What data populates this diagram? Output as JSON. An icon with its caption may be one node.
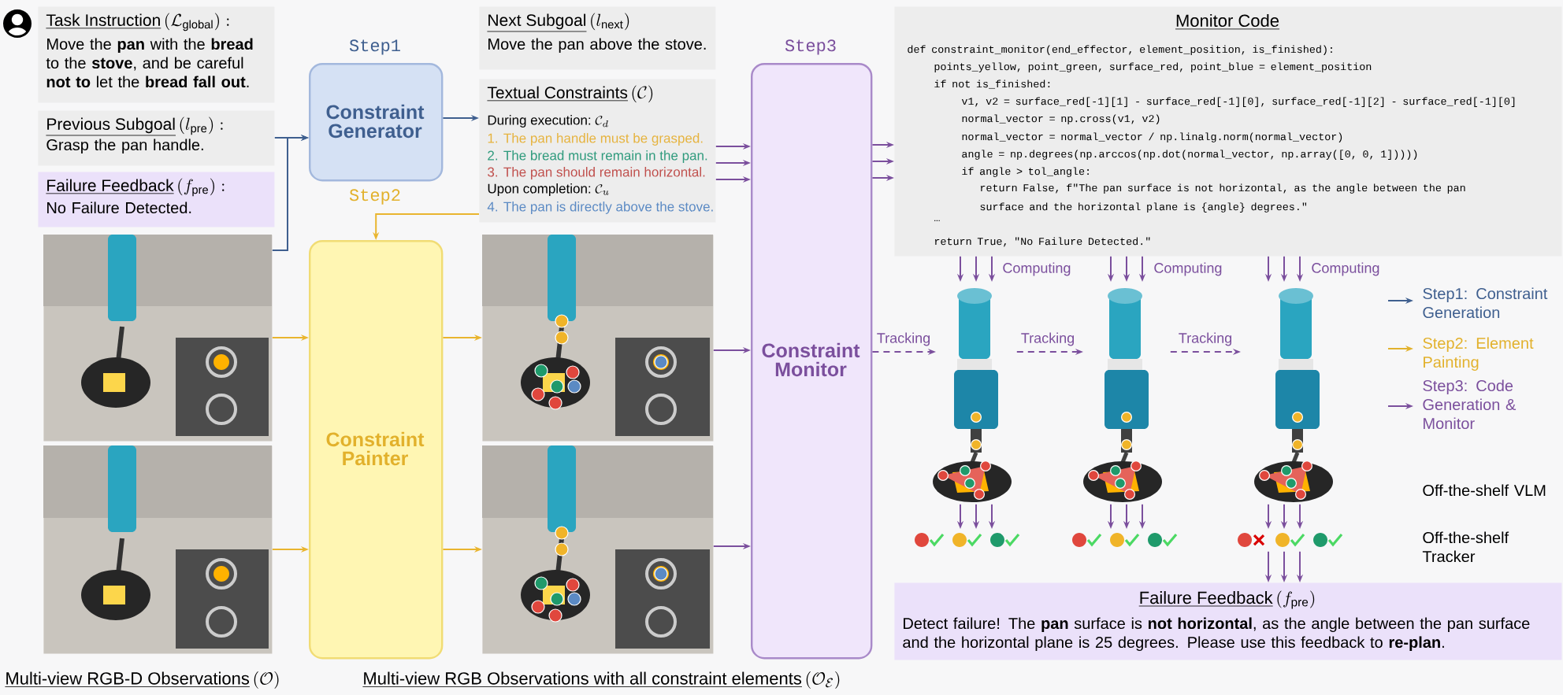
{
  "diagram": {
    "nodes": [
      {
        "text": [
          "Task Instruction",
          "(\\mathcal{L}_{\\mathrm{global}}):",
          "Move the **pan** with the **bread** to the **stove**, and be careful **not to** let the **bread** **fall out**."
        ]
      },
      {
        "text": [
          "Previous Subgoal",
          "(l_{\\mathrm{pre}}):",
          "Grasp the pan handle."
        ]
      },
      {
        "text": [
          "Failure Feedback",
          "(f_{\\mathrm{pre}}):",
          "No Failure Detected."
        ]
      },
      {
        "text": [],
        "shape": "picture"
      },
      {
        "text": [],
        "shape": "picture"
      },
      {
        "text": [
          "Step1",
          "Constraint Generator"
        ]
      },
      {
        "text": [
          "Step2",
          "Constraint Painter"
        ]
      },
      {
        "text": [
          "Next Subgoal",
          "(l_{\\mathrm{next}})",
          "Move the pan above the stove."
        ]
      },
      {
        "text": [
          "Textual Constraints",
          "(\\mathcal{C})",
          "During execution:",
          "\\mathcal{C}_d",
          "1. The pan handle must be grasped.",
          "2. The bread must remain in the pan.",
          "3. The pan should remain horizontal.",
          "Upon completion:",
          "\\mathcal{C}_u",
          "4. The pan is directly above the stove."
        ]
      },
      {
        "text": [],
        "shape": "picture"
      },
      {
        "text": [],
        "shape": "picture"
      },
      {
        "text": [
          "Step3",
          "Constraint Monitor"
        ]
      },
      {
        "text": [
          "Monitor Code",
          "def constraint_monitor(end_effector, element_position, is_finished):",
          "points_yellow, point_green, surface_red, point_blue = element_position",
          "if not is_finished:",
          "v1, v2 = surface_red[-1][1] - surface_red[-1][0], surface_red[-1][2] - surface_red[-1][0]",
          "normal_vector = np.cross(v1, v2)",
          "normal_vector = normal_vector / np.linalg.norm(normal_vector)",
          "angle = np.degrees(np.arccos(np.dot(normal_vector, np.array([0, 0, 1]))))",
          "if angle > tol_angle:",
          "return False, f\"The pan surface is not horizontal, as the angle between the pan surface and the horizontal plane is {angle} degrees.\"",
          "…",
          "return True, \"No Failure Detected.\""
        ]
      },
      {
        "text": [],
        "shape": "picture"
      },
      {
        "text": [],
        "shape": "picture"
      },
      {
        "text": [],
        "shape": "picture"
      },
      {
        "text": [],
        "shape": "picture"
      },
      {
        "text": [],
        "shape": "picture"
      },
      {
        "text": [],
        "shape": "picture"
      },
      {
        "text": [
          "Failure Feedback",
          "(f_{\\mathrm{pre}})",
          "Detect failure! The **pan** surface is **not horizontal**, as the angle between the pan surface and the horizontal plane is 25 degrees. Please use this feedback to **re-plan**."
        ]
      }
    ],
    "edges": [
      {
        "from": 1,
        "to": 5,
        "arrow": "to",
        "color": "#3f5f8f"
      },
      {
        "from": 3,
        "to": 5,
        "arrow": "to",
        "color": "#3f5f8f"
      },
      {
        "from": 5,
        "to": 8,
        "arrow": "to",
        "color": "#3f5f8f"
      },
      {
        "from": 8,
        "to": 6,
        "arrow": "to",
        "color": "#e9b52f"
      },
      {
        "from": 3,
        "to": 6,
        "arrow": "to",
        "color": "#e9b52f"
      },
      {
        "from": 4,
        "to": 6,
        "arrow": "to",
        "color": "#e9b52f"
      },
      {
        "from": 6,
        "to": 9,
        "arrow": "to",
        "color": "#e9b52f"
      },
      {
        "from": 6,
        "to": 10,
        "arrow": "to",
        "color": "#e9b52f"
      },
      {
        "from": 8,
        "to": 11,
        "arrow": "to"
      },
      {
        "from": 8,
        "to": 11,
        "arrow": "to"
      },
      {
        "from": 8,
        "to": 11,
        "arrow": "to"
      },
      {
        "from": 9,
        "to": 11,
        "arrow": "to"
      },
      {
        "from": 10,
        "to": 11,
        "arrow": "to"
      },
      {
        "from": 11,
        "to": 12,
        "arrow": "to"
      },
      {
        "from": 11,
        "to": 12,
        "arrow": "to"
      },
      {
        "from": 11,
        "to": 12,
        "arrow": "to"
      },
      {
        "from": 12,
        "to": 13,
        "arrow": "to"
      },
      {
        "from": 12,
        "to": 13,
        "arrow": "to"
      },
      {
        "from": 12,
        "to": 13,
        "arrow": "to",
        "label": "Computing"
      },
      {
        "from": 12,
        "to": 14,
        "arrow": "to"
      },
      {
        "from": 12,
        "to": 14,
        "arrow": "to"
      },
      {
        "from": 12,
        "to": 14,
        "arrow": "to",
        "label": "Computing"
      },
      {
        "from": 12,
        "to": 15,
        "arrow": "to"
      },
      {
        "from": 12,
        "to": 15,
        "arrow": "to"
      },
      {
        "from": 12,
        "to": 15,
        "arrow": "to",
        "label": "Computing"
      },
      {
        "from": 11,
        "to": 13,
        "arrow": "to",
        "style": "dashed",
        "label": "Tracking"
      },
      {
        "from": 13,
        "to": 14,
        "arrow": "to",
        "style": "dashed",
        "label": "Tracking"
      },
      {
        "from": 14,
        "to": 15,
        "arrow": "to",
        "style": "dashed",
        "label": "Tracking"
      },
      {
        "from": 13,
        "to": 16,
        "arrow": "to"
      },
      {
        "from": 13,
        "to": 16,
        "arrow": "to"
      },
      {
        "from": 13,
        "to": 16,
        "arrow": "to"
      },
      {
        "from": 14,
        "to": 17,
        "arrow": "to"
      },
      {
        "from": 14,
        "to": 17,
        "arrow": "to"
      },
      {
        "from": 14,
        "to": 17,
        "arrow": "to"
      },
      {
        "from": 15,
        "to": 18,
        "arrow": "to"
      },
      {
        "from": 15,
        "to": 18,
        "arrow": "to"
      },
      {
        "from": 15,
        "to": 18,
        "arrow": "to"
      },
      {
        "from": 18,
        "to": 19,
        "arrow": "to"
      },
      {
        "from": 18,
        "to": 19,
        "arrow": "to"
      },
      {
        "from": 18,
        "to": 19,
        "arrow": "to"
      }
    ],
    "labels": [
      "Off-the-shelf VLM",
      "Off-the-shelf Tracker",
      "Multi-view RGB-D Observations",
      "(\\mathcal{O})",
      "Multi-view RGB Observations with all constraint elements",
      "(\\mathcal{O}_{\\mathcal{E}})"
    ],
    "legend": [
      {
        "text": "Step1: Constraint Generation"
      },
      {
        "text": "Step2: Element Painting"
      },
      {
        "text": "Step3: Code Generation & Monitor"
      }
    ]
  }
}
